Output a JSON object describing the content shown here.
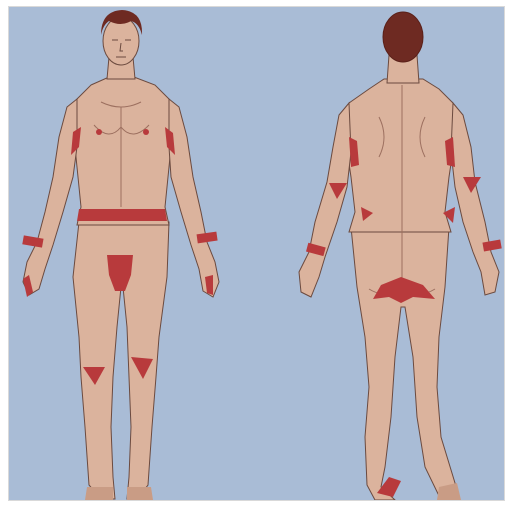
{
  "figure": {
    "type": "medical-illustration",
    "views": [
      "front",
      "back"
    ],
    "colors": {
      "background": "#a9bcd6",
      "skin": "#dbb39d",
      "skin_shadow": "#c99c85",
      "outline": "#6b4a3f",
      "hair": "#6e2a22",
      "lesion": "#b83a3c",
      "border": "#d9d9d9"
    },
    "front_regions": [
      "axilla-left",
      "axilla-right",
      "waistband",
      "wrist-left",
      "wrist-right",
      "fingers-left",
      "fingers-right",
      "genitals",
      "knee-left",
      "knee-right"
    ],
    "back_regions": [
      "posterior-axilla-left",
      "posterior-axilla-right",
      "elbow-left",
      "elbow-right",
      "lower-back-left",
      "lower-back-right",
      "wrist-left",
      "wrist-right",
      "buttocks-cleft",
      "foot"
    ]
  }
}
